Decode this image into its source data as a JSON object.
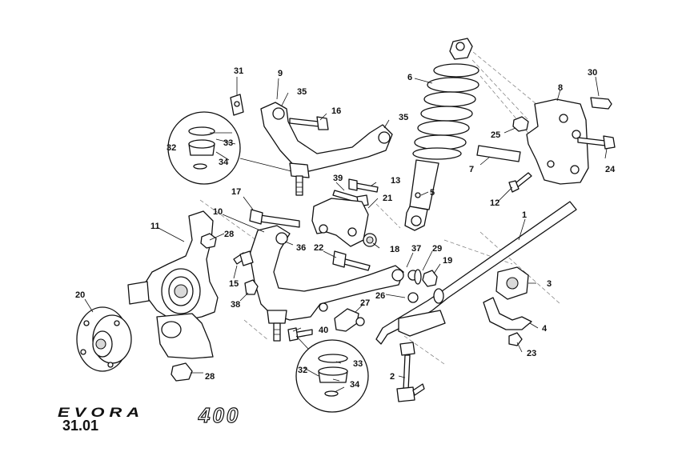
{
  "page_number": "31.01",
  "logo": {
    "model": "EVORA",
    "variant": "400"
  },
  "callouts": [
    "1",
    "2",
    "3",
    "4",
    "5",
    "6",
    "7",
    "8",
    "9",
    "10",
    "11",
    "12",
    "13",
    "15",
    "16",
    "17",
    "18",
    "19",
    "20",
    "21",
    "22",
    "23",
    "24",
    "25",
    "26",
    "27",
    "28",
    "29",
    "30",
    "31",
    "32",
    "33",
    "34",
    "35",
    "36",
    "37",
    "38",
    "39",
    "40"
  ]
}
